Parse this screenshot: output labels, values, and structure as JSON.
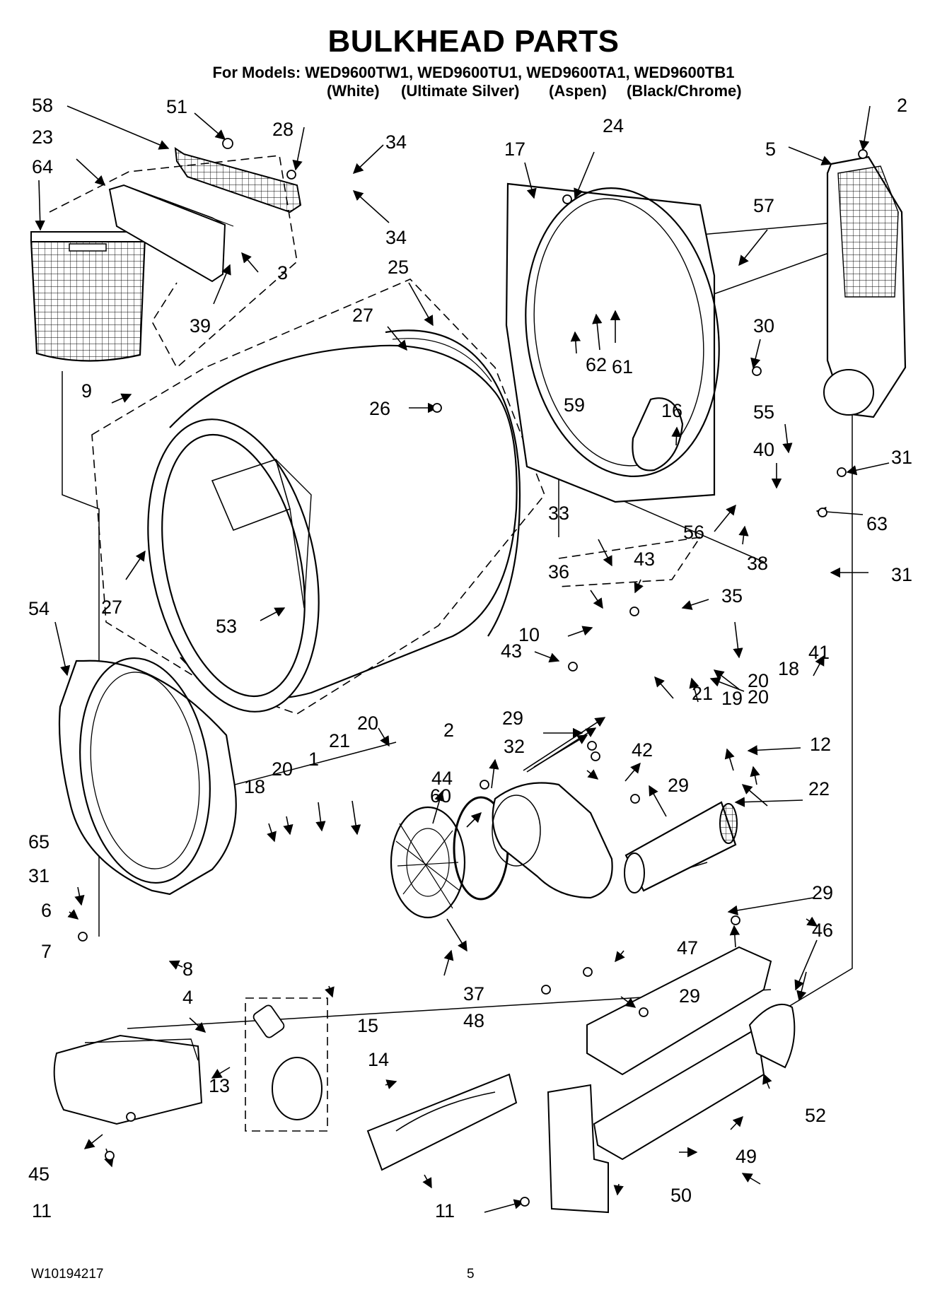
{
  "header": {
    "title": "BULKHEAD PARTS",
    "models": "For Models: WED9600TW1, WED9600TU1,  WED9600TA1, WED9600TB1",
    "finishes": [
      "(White)",
      "(Ultimate Silver)",
      "(Aspen)",
      "(Black/Chrome)"
    ]
  },
  "callouts": [
    "58",
    "51",
    "28",
    "34",
    "23",
    "64",
    "34",
    "3",
    "39",
    "25",
    "27",
    "26",
    "27",
    "53",
    "54",
    "9",
    "17",
    "24",
    "57",
    "2",
    "5",
    "62",
    "61",
    "59",
    "30",
    "16",
    "55",
    "40",
    "31",
    "63",
    "56",
    "38",
    "31",
    "33",
    "43",
    "36",
    "35",
    "10",
    "18",
    "20",
    "43",
    "19",
    "20",
    "21",
    "41",
    "29",
    "42",
    "32",
    "12",
    "2",
    "44",
    "60",
    "22",
    "29",
    "18",
    "20",
    "1",
    "21",
    "20",
    "65",
    "31",
    "6",
    "7",
    "8",
    "4",
    "37",
    "29",
    "46",
    "47",
    "29",
    "48",
    "13",
    "15",
    "14",
    "45",
    "52",
    "49",
    "11",
    "50",
    "11"
  ],
  "footer": {
    "doc_number": "W10194217",
    "page_number": "5"
  }
}
